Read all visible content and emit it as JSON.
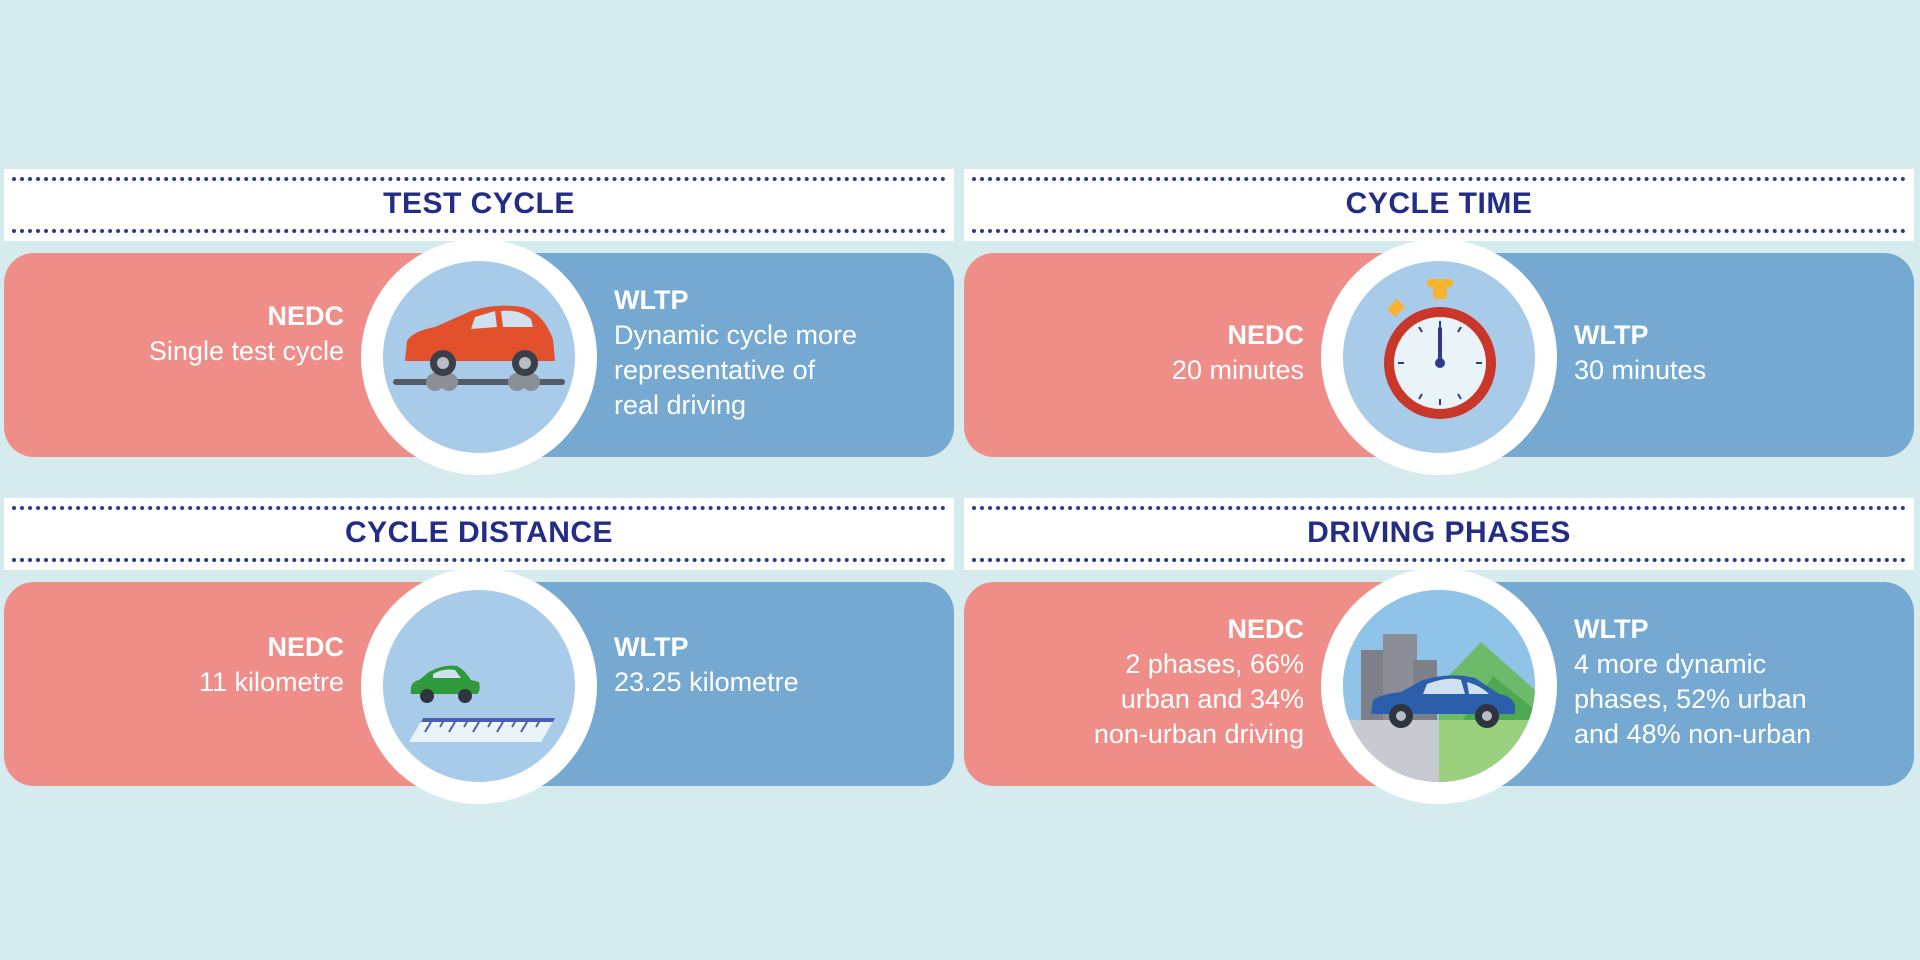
{
  "panels": [
    {
      "title": "TEST CYCLE",
      "icon": "car-on-dyno-icon",
      "nedc": {
        "label": "NEDC",
        "lines": [
          "Single test cycle"
        ]
      },
      "wltp": {
        "label": "WLTP",
        "lines": [
          "Dynamic cycle more",
          "representative of",
          "real driving"
        ]
      }
    },
    {
      "title": "CYCLE TIME",
      "icon": "stopwatch-icon",
      "nedc": {
        "label": "NEDC",
        "lines": [
          "20 minutes"
        ]
      },
      "wltp": {
        "label": "WLTP",
        "lines": [
          "30 minutes"
        ]
      }
    },
    {
      "title": "CYCLE DISTANCE",
      "icon": "car-on-ruler-icon",
      "nedc": {
        "label": "NEDC",
        "lines": [
          "11 kilometre"
        ]
      },
      "wltp": {
        "label": "WLTP",
        "lines": [
          "23.25 kilometre"
        ]
      }
    },
    {
      "title": "DRIVING PHASES",
      "icon": "car-city-country-icon",
      "nedc": {
        "label": "NEDC",
        "lines": [
          "2 phases, 66%",
          "urban and 34%",
          "non-urban driving"
        ]
      },
      "wltp": {
        "label": "WLTP",
        "lines": [
          "4 more dynamic",
          "phases, 52% urban",
          "and 48% non-urban"
        ]
      }
    }
  ],
  "colors": {
    "background": "#d5ebee",
    "nedc": "#ef8e88",
    "wltp": "#75a9d2",
    "title": "#232d86",
    "circle": "#a8cbea"
  }
}
